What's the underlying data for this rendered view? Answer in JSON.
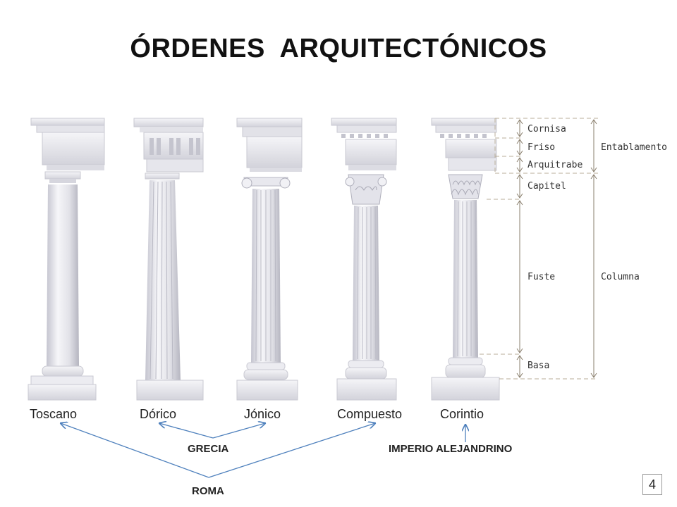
{
  "slide": {
    "title": "ÓRDENES  ARQUITECTÓNICOS",
    "page_number": "4"
  },
  "orders": [
    {
      "key": "toscano",
      "label": "Toscano"
    },
    {
      "key": "dorico",
      "label": "Dórico"
    },
    {
      "key": "jonico",
      "label": "Jónico"
    },
    {
      "key": "compuesto",
      "label": "Compuesto"
    },
    {
      "key": "corintio",
      "label": "Corintio"
    }
  ],
  "parts": {
    "cornisa": "Cornisa",
    "friso": "Friso",
    "arquitrabe": "Arquitrabe",
    "capitel": "Capitel",
    "fuste": "Fuste",
    "basa": "Basa",
    "entablamento": "Entablamento",
    "columna": "Columna"
  },
  "groups": {
    "grecia": "GRECIA",
    "imperio": "IMPERIO ALEJANDRINO",
    "roma": "ROMA"
  },
  "colors": {
    "arrow": "#4f81bd",
    "stone_light": "#f3f3f6",
    "stone_mid": "#d9d9e0",
    "stone_dark": "#b9b9c4",
    "dimension": "#8a7f6d"
  }
}
